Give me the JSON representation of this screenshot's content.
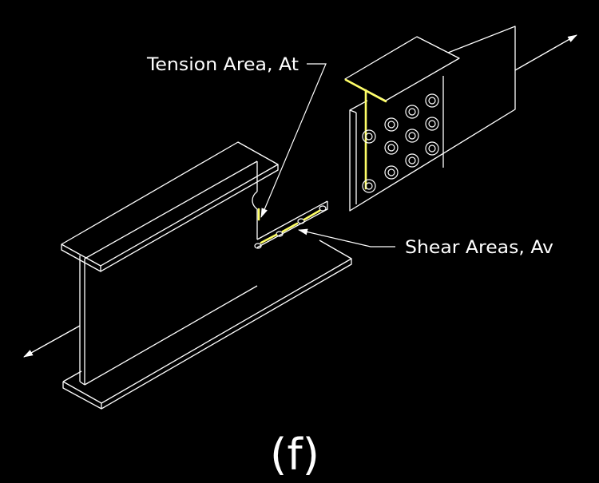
{
  "labels": {
    "tension_area": "Tension Area, At",
    "shear_areas": "Shear Areas, Av",
    "figure_id": "(f)"
  },
  "colors": {
    "background": "#000000",
    "line": "#ffffff",
    "highlight": "#ffff66"
  }
}
